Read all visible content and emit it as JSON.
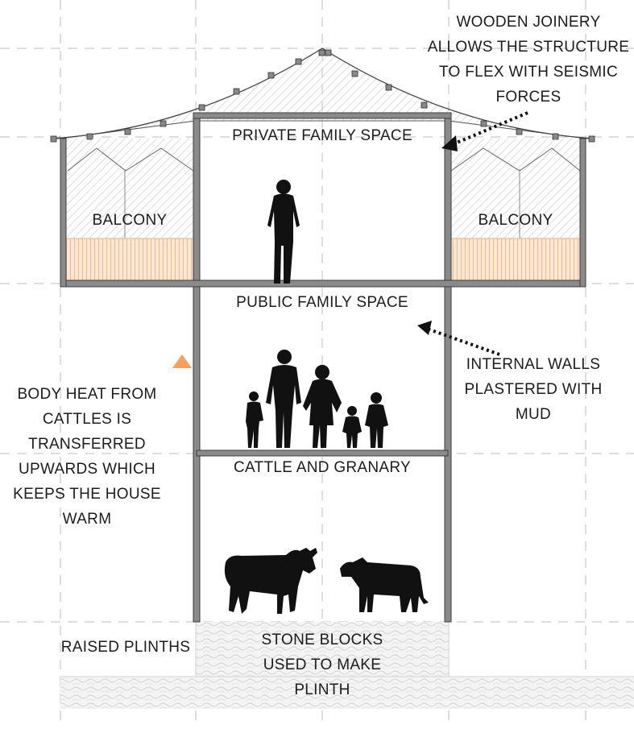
{
  "labels": {
    "private_space": "PRIVATE FAMILY SPACE",
    "public_space": "PUBLIC FAMILY SPACE",
    "cattle_granary": "CATTLE AND GRANARY",
    "balcony_left": "BALCONY",
    "balcony_right": "BALCONY",
    "raised_plinths": "RAISED PLINTHS"
  },
  "annotations": {
    "wooden_joinery": [
      "WOODEN JOINERY",
      "ALLOWS THE STRUCTURE",
      "TO FLEX WITH SEISMIC",
      "FORCES"
    ],
    "internal_walls": [
      "INTERNAL WALLS",
      "PLASTERED WITH",
      "MUD"
    ],
    "body_heat": [
      "BODY HEAT FROM",
      "CATTLES IS",
      "TRANSFERRED",
      "UPWARDS WHICH",
      "KEEPS THE HOUSE",
      "WARM"
    ],
    "stone_blocks": [
      "STONE BLOCKS",
      "USED TO MAKE",
      "PLINTH"
    ]
  },
  "colors": {
    "wall": "#8a8a8a",
    "wall_outline": "#3c3c3c",
    "balcony_rail": "#f2c9a0",
    "heat_arrow_top": "#f6a05a",
    "heat_arrow_bottom": "#e8283a",
    "silhouette": "#111111",
    "guide_line": "#bdbdbd"
  }
}
